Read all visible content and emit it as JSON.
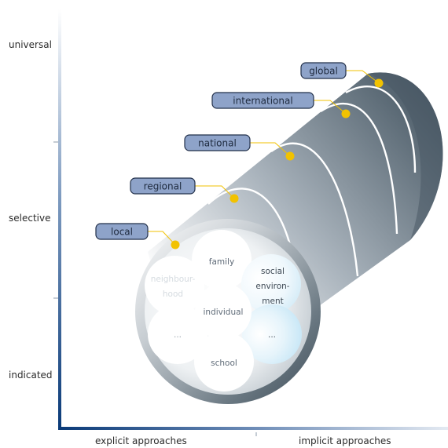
{
  "y_axis": {
    "levels": [
      "universal",
      "selective",
      "indicated"
    ]
  },
  "x_axis": {
    "left_label": "explicit approaches",
    "right_label": "implicit approaches"
  },
  "levels": {
    "local": "local",
    "regional": "regional",
    "national": "national",
    "international": "international",
    "global": "global"
  },
  "circle": {
    "family": "family",
    "neighbourhood": [
      "neighbour-",
      "hood"
    ],
    "social_environment": [
      "social",
      "environ-",
      "ment"
    ],
    "individual": "individual",
    "left_ellipsis": "...",
    "right_ellipsis": "...",
    "school": "school"
  },
  "colors": {
    "axis_dark": "#0a3a78",
    "axis_light": "#a9bbd2",
    "tag_fill": "#8ea3c9",
    "tag_stroke": "#22304a",
    "dot": "#f2c200",
    "cylinder_dark": "#4a5a66"
  }
}
